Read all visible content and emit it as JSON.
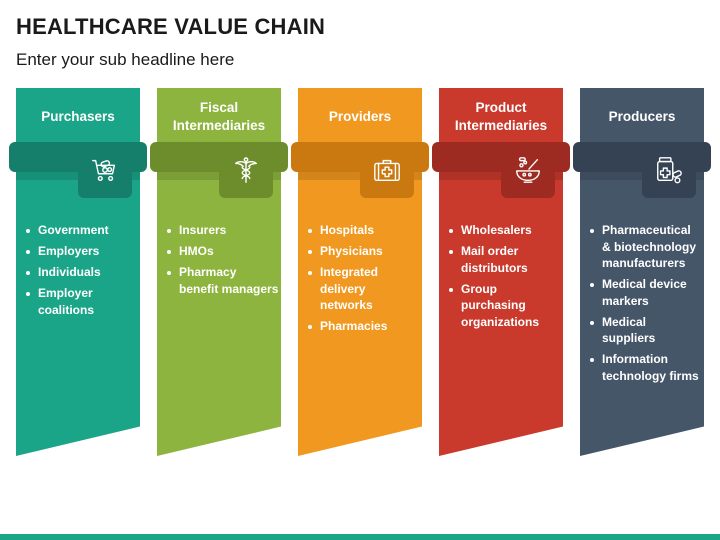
{
  "title": "HEALTHCARE VALUE CHAIN",
  "subtitle": "Enter your sub headline here",
  "columns": [
    {
      "label": "Purchasers",
      "icon": "shopping-cart-pills-icon",
      "color": "#1aa589",
      "band_color": "#157f6b",
      "items": [
        "Government",
        "Employers",
        "Individuals",
        "Employer coalitions"
      ]
    },
    {
      "label": "Fiscal Intermediaries",
      "icon": "caduceus-icon",
      "color": "#8db43e",
      "band_color": "#6d8d2c",
      "items": [
        "Insurers",
        "HMOs",
        "Pharmacy benefit managers"
      ]
    },
    {
      "label": "Providers",
      "icon": "first-aid-kit-icon",
      "color": "#f0981f",
      "band_color": "#c97910",
      "items": [
        "Hospitals",
        "Physicians",
        "Integrated delivery networks",
        "Pharmacies"
      ]
    },
    {
      "label": "Product Intermediaries",
      "icon": "mortar-pestle-icon",
      "color": "#c93a2d",
      "band_color": "#9e2b21",
      "items": [
        "Wholesalers",
        "Mail order distributors",
        "Group purchasing organizations"
      ]
    },
    {
      "label": "Producers",
      "icon": "medicine-bottle-icon",
      "color": "#465669",
      "band_color": "#354253",
      "items": [
        "Pharmaceutical & biotechnology manufacturers",
        "Medical device markers",
        "Medical suppliers",
        "Information technology firms"
      ]
    }
  ]
}
